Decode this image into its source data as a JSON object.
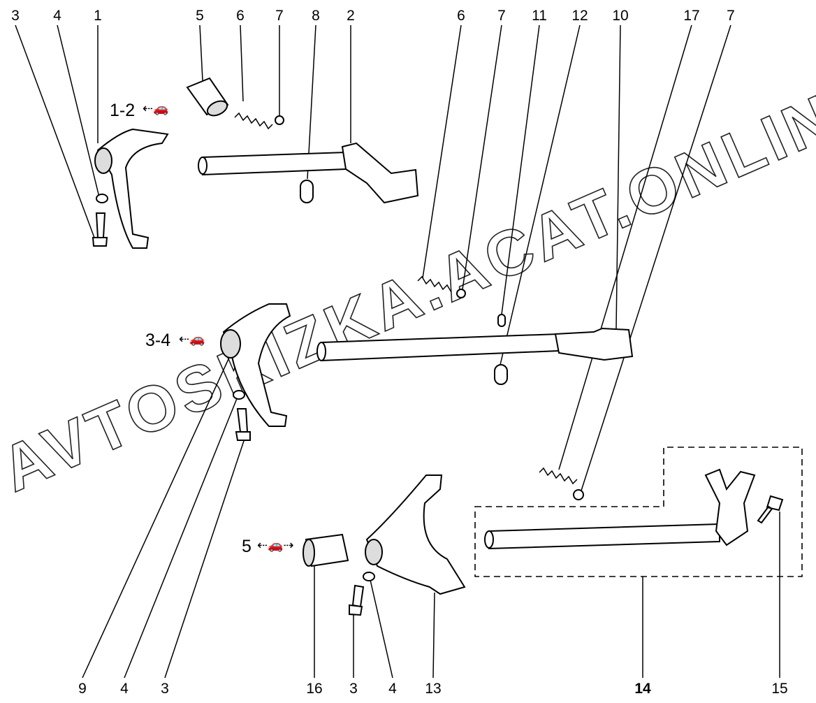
{
  "top_callouts": [
    "3",
    "4",
    "1",
    "5",
    "6",
    "7",
    "8",
    "2",
    "6",
    "7",
    "11",
    "12",
    "10",
    "17",
    "7"
  ],
  "bottom_callouts": [
    "9",
    "4",
    "3",
    "16",
    "3",
    "4",
    "13",
    "14",
    "15"
  ],
  "gear_labels": [
    "1-2",
    "3-4",
    "5"
  ],
  "watermark": "AVTOSKIZKA.ACAT.ONLINE",
  "icons": {
    "car": "car-icon"
  }
}
